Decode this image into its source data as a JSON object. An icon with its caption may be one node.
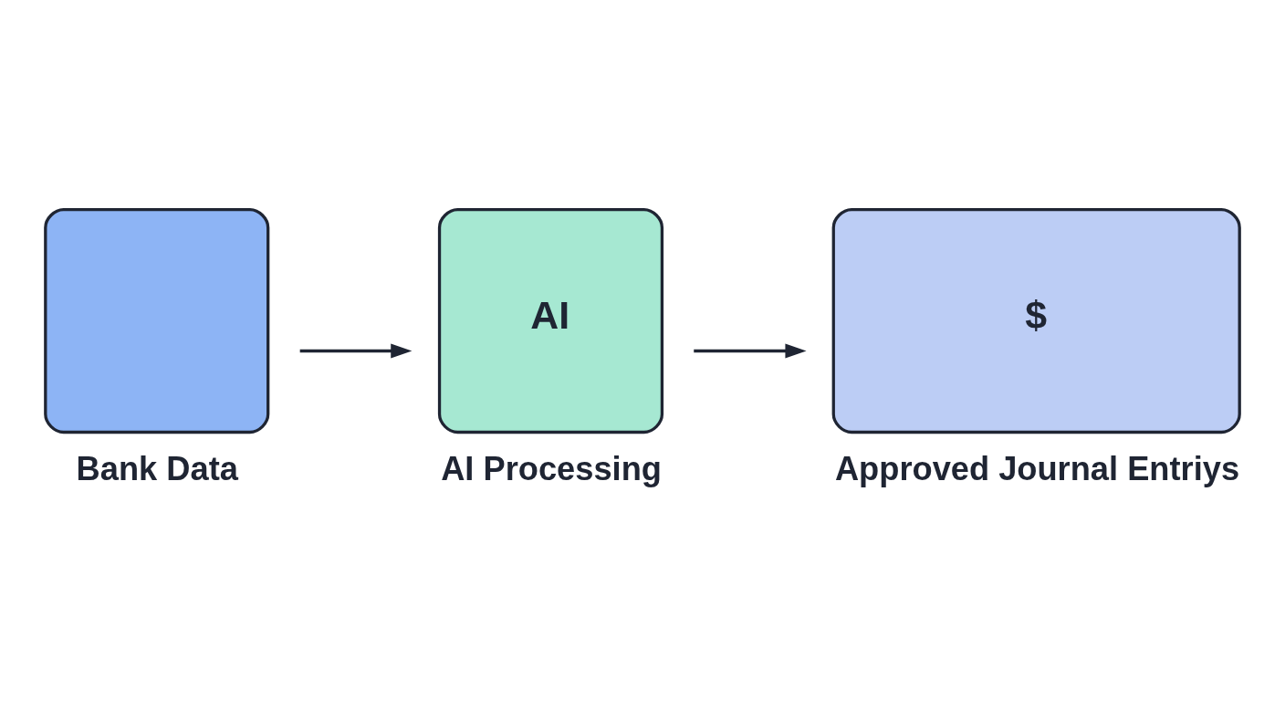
{
  "diagram": {
    "nodes": [
      {
        "text": [
          "Bank Data"
        ]
      },
      {
        "text": [
          "AI",
          "AI Processing"
        ]
      },
      {
        "text": [
          "$",
          "Approved Journal Entriys"
        ]
      }
    ],
    "edges": [
      {
        "from": 0,
        "to": 1,
        "arrow": "to"
      },
      {
        "from": 1,
        "to": 2,
        "arrow": "to"
      }
    ]
  }
}
